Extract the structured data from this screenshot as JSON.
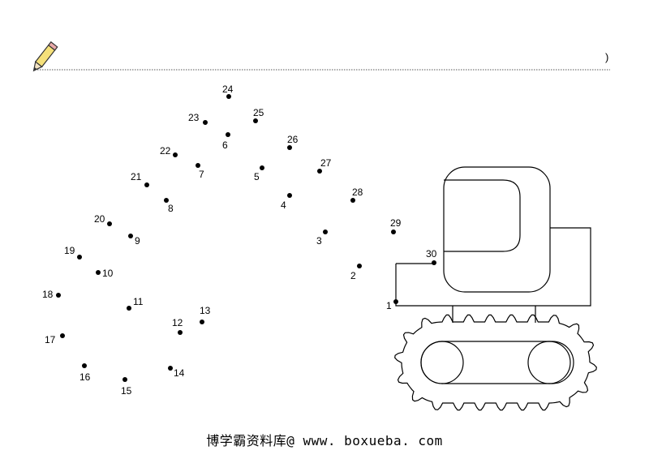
{
  "header": {
    "paren": ")"
  },
  "dots": [
    {
      "n": "1"
    },
    {
      "n": "2"
    },
    {
      "n": "3"
    },
    {
      "n": "4"
    },
    {
      "n": "5"
    },
    {
      "n": "6"
    },
    {
      "n": "7"
    },
    {
      "n": "8"
    },
    {
      "n": "9"
    },
    {
      "n": "10"
    },
    {
      "n": "11"
    },
    {
      "n": "12"
    },
    {
      "n": "13"
    },
    {
      "n": "14"
    },
    {
      "n": "15"
    },
    {
      "n": "16"
    },
    {
      "n": "17"
    },
    {
      "n": "18"
    },
    {
      "n": "19"
    },
    {
      "n": "20"
    },
    {
      "n": "21"
    },
    {
      "n": "22"
    },
    {
      "n": "23"
    },
    {
      "n": "24"
    },
    {
      "n": "25"
    },
    {
      "n": "26"
    },
    {
      "n": "27"
    },
    {
      "n": "28"
    },
    {
      "n": "29"
    },
    {
      "n": "30"
    }
  ],
  "footer": {
    "watermark": "博学霸资料库@ www. boxueba. com"
  },
  "colors": {
    "pencil_body": "#f5e07a",
    "pencil_outline": "#333333",
    "ink": "#000000"
  },
  "icons": [
    "pencil-icon"
  ]
}
